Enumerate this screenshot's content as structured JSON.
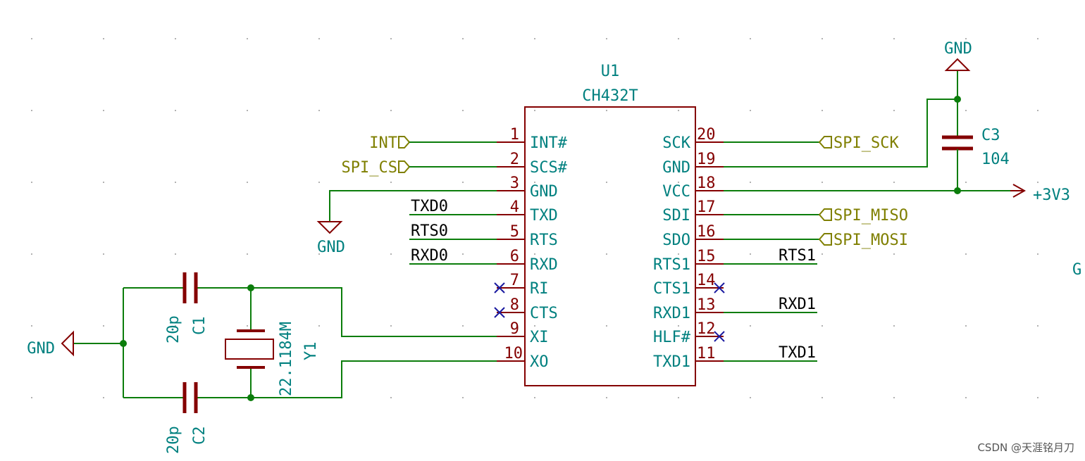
{
  "u1": {
    "ref": "U1",
    "value": "CH432T",
    "left_pins": [
      {
        "num": "1",
        "name": "INT#"
      },
      {
        "num": "2",
        "name": "SCS#"
      },
      {
        "num": "3",
        "name": "GND"
      },
      {
        "num": "4",
        "name": "TXD"
      },
      {
        "num": "5",
        "name": "RTS"
      },
      {
        "num": "6",
        "name": "RXD"
      },
      {
        "num": "7",
        "name": "RI"
      },
      {
        "num": "8",
        "name": "CTS"
      },
      {
        "num": "9",
        "name": "XI"
      },
      {
        "num": "10",
        "name": "XO"
      }
    ],
    "right_pins": [
      {
        "num": "20",
        "name": "SCK"
      },
      {
        "num": "19",
        "name": "GND"
      },
      {
        "num": "18",
        "name": "VCC"
      },
      {
        "num": "17",
        "name": "SDI"
      },
      {
        "num": "16",
        "name": "SDO"
      },
      {
        "num": "15",
        "name": "RTS1"
      },
      {
        "num": "14",
        "name": "CTS1"
      },
      {
        "num": "13",
        "name": "RXD1"
      },
      {
        "num": "12",
        "name": "HLF#"
      },
      {
        "num": "11",
        "name": "TXD1"
      }
    ]
  },
  "labels": {
    "int": "INT",
    "spi_cs": "SPI_CS",
    "txd0": "TXD0",
    "rts0": "RTS0",
    "rxd0": "RXD0",
    "spi_sck": "SPI_SCK",
    "spi_miso": "SPI_MISO",
    "spi_mosi": "SPI_MOSI",
    "rts1": "RTS1",
    "rxd1": "RXD1",
    "txd1": "TXD1"
  },
  "power": {
    "gnd": "GND",
    "v33": "+3V3",
    "partial_g": "G"
  },
  "parts": {
    "c1": {
      "ref": "C1",
      "value": "20p"
    },
    "c2": {
      "ref": "C2",
      "value": "20p"
    },
    "c3": {
      "ref": "C3",
      "value": "104"
    },
    "y1": {
      "ref": "Y1",
      "value": "22.1184M"
    }
  },
  "watermark": "CSDN @天涯铭月刀",
  "colors": {
    "wire": "#0b7d0b",
    "component": "#840000",
    "text": "#00807f",
    "global_label": "#7f7f00",
    "no_connect": "#1a1aa0"
  }
}
